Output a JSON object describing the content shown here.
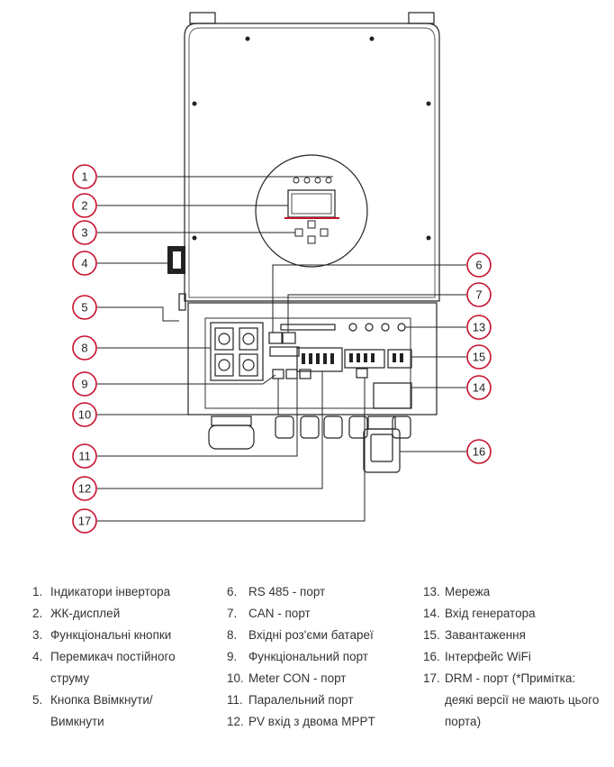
{
  "callouts": [
    "1",
    "2",
    "3",
    "4",
    "5",
    "6",
    "7",
    "8",
    "9",
    "10",
    "11",
    "12",
    "13",
    "14",
    "15",
    "16",
    "17"
  ],
  "colors": {
    "accent": "#c8102e",
    "line": "#222222",
    "text": "#333333"
  },
  "legend": [
    {
      "num": "1.",
      "lines": [
        "Індикатори інвертора"
      ]
    },
    {
      "num": "2.",
      "lines": [
        "ЖК-дисплей"
      ]
    },
    {
      "num": "3.",
      "lines": [
        "Функціональні кнопки"
      ]
    },
    {
      "num": "4.",
      "lines": [
        "Перемикач постійного",
        "струму"
      ]
    },
    {
      "num": "5.",
      "lines": [
        "Кнопка Ввімкнути/",
        "Вимкнути"
      ]
    },
    {
      "num": "6.",
      "lines": [
        "RS 485 - порт"
      ]
    },
    {
      "num": "7.",
      "lines": [
        "CAN - порт"
      ]
    },
    {
      "num": "8.",
      "lines": [
        "Вхідні роз'єми батареї"
      ]
    },
    {
      "num": "9.",
      "lines": [
        "Функціональний порт"
      ]
    },
    {
      "num": "10.",
      "lines": [
        "Meter CON - порт"
      ]
    },
    {
      "num": "11.",
      "lines": [
        "Паралельний порт"
      ]
    },
    {
      "num": "12.",
      "lines": [
        "PV вхід з двома MPPT"
      ]
    },
    {
      "num": "13.",
      "lines": [
        "Мережа"
      ]
    },
    {
      "num": "14.",
      "lines": [
        "Вхід генератора"
      ]
    },
    {
      "num": "15.",
      "lines": [
        "Завантаження"
      ]
    },
    {
      "num": "16.",
      "lines": [
        "Інтерфейс WiFi"
      ]
    },
    {
      "num": "17.",
      "lines": [
        "DRM -  порт (*Примітка:",
        "деякі версії не мають цього",
        "порта)"
      ]
    }
  ]
}
